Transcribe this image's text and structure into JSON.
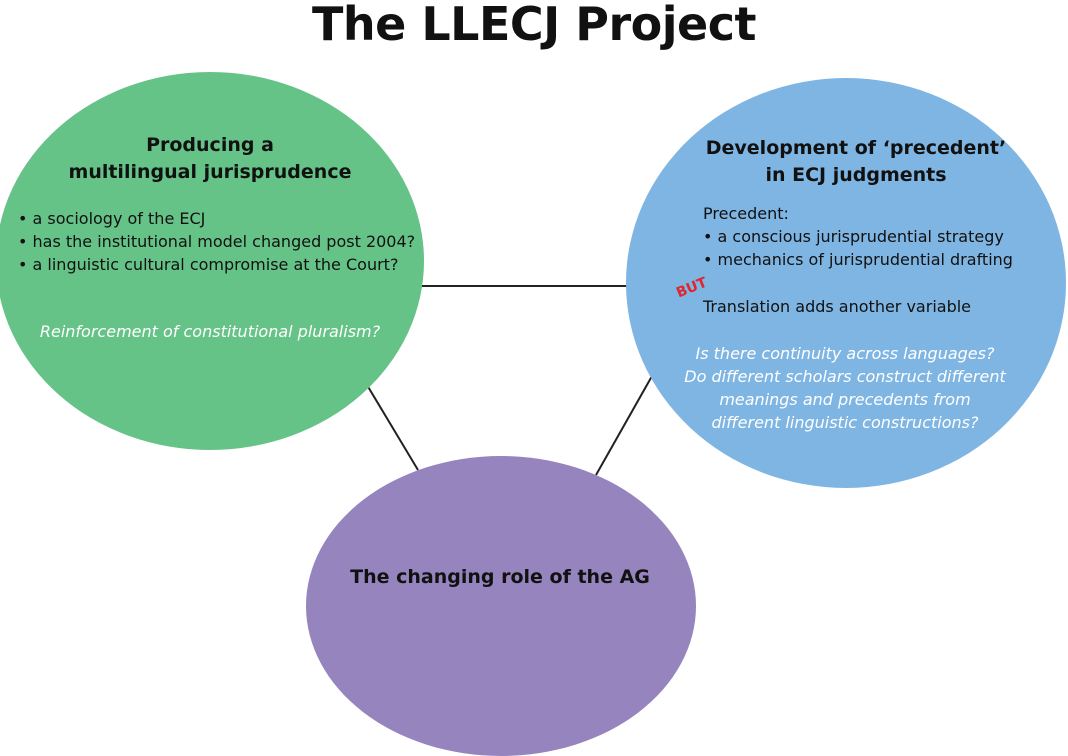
{
  "title": "The LLECJ Project",
  "colors": {
    "green_circle": "#66c388",
    "blue_circle": "#7fb5e2",
    "purple_circle": "#9584bd",
    "connector": "#222222",
    "stamp": "#e0252b",
    "note_text": "#ffffff"
  },
  "nodes": {
    "multilingual": {
      "heading_line1": "Producing a",
      "heading_line2": "multilingual jurisprudence",
      "bullets": [
        "• a sociology of the ECJ",
        "• has the institutional model changed post 2004?",
        "• a linguistic cultural compromise at the Court?"
      ],
      "note": "Reinforcement of constitutional pluralism?"
    },
    "precedent": {
      "heading_line1": "Development of ‘precedent’",
      "heading_line2": "in ECJ judgments",
      "lead": "Precedent:",
      "bullets": [
        "• a conscious jurisprudential strategy",
        "• mechanics of jurisprudential drafting"
      ],
      "stamp": "BUT",
      "translation": "Translation adds another variable",
      "questions": [
        "Is there continuity across languages?",
        "Do different scholars construct different",
        "meanings and precedents from",
        "different linguistic constructions?"
      ]
    },
    "ag_role": {
      "heading": "The changing role of the AG"
    }
  }
}
